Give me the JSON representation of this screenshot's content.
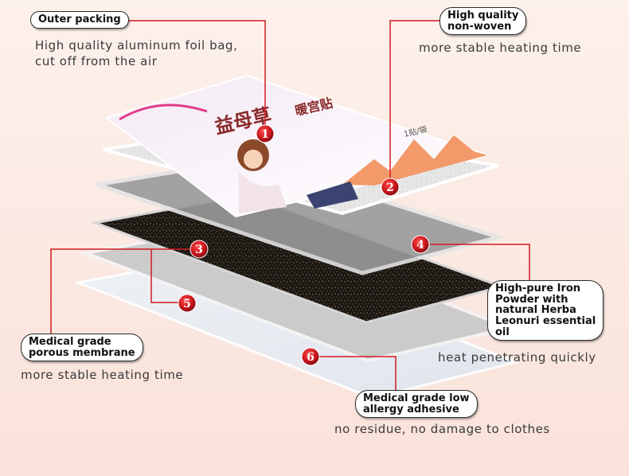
{
  "callouts": [
    {
      "number": "1",
      "title": [
        "Outer packing"
      ],
      "description": [
        "High quality aluminum foil bag,",
        "cut off from the air"
      ]
    },
    {
      "number": "2",
      "title": [
        "High quality",
        "non-woven"
      ],
      "description": [
        "more stable heating time"
      ]
    },
    {
      "number": "3",
      "title": [
        "Medical grade",
        "porous membrane"
      ],
      "description": [
        "more stable heating time"
      ]
    },
    {
      "number": "4",
      "title": [
        "High-pure Iron",
        "Powder with",
        "natural Herba",
        "Leonuri essential",
        "oil"
      ],
      "description": [
        "heat penetrating quickly"
      ]
    },
    {
      "number": "5",
      "title": [],
      "description": []
    },
    {
      "number": "6",
      "title": [
        "Medical grade low",
        "allergy adhesive"
      ],
      "description": [
        "no residue, no damage to clothes"
      ]
    }
  ],
  "package_print": {
    "main_title": "益母草",
    "subtitle": "暖宫贴",
    "count": "1贴/袋"
  },
  "colors": {
    "background": "#fdece6",
    "marker": "#c8151b",
    "leader_line": "#d11a22"
  }
}
